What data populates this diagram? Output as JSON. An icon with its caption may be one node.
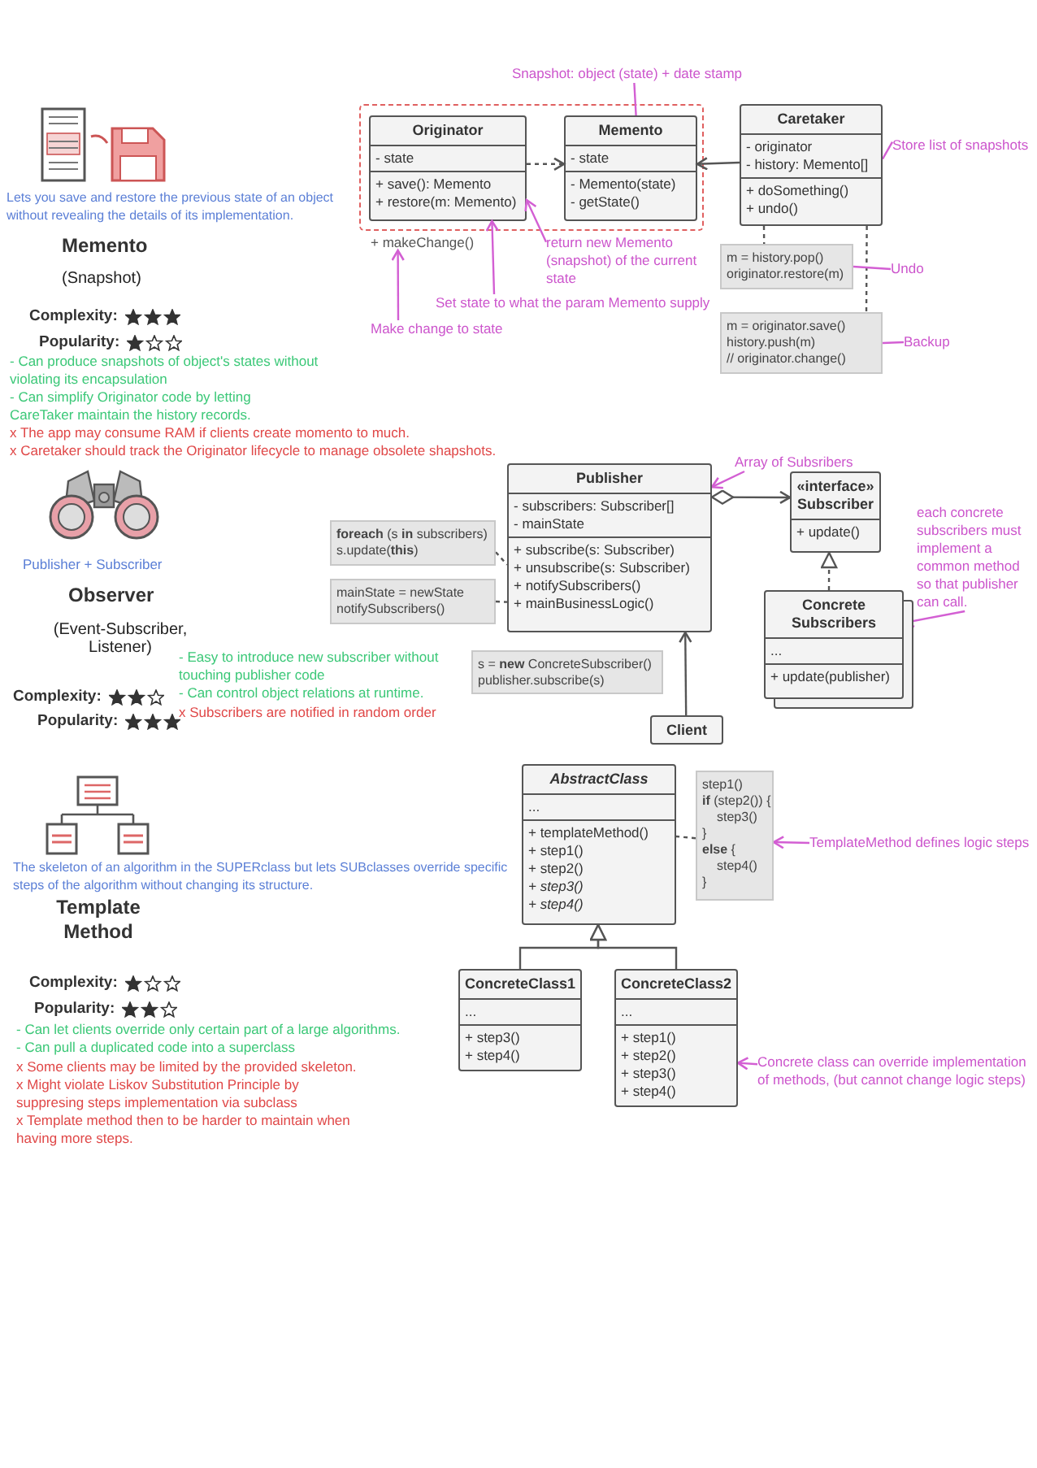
{
  "diagram": {
    "nodes": [
      {
        "text": [],
        "shape": "box"
      },
      {
        "text": [
          "Originator",
          "- state",
          "+ save(): Memento + restore(m: Memento)"
        ],
        "in": 0
      },
      {
        "text": [
          "Memento",
          "- state",
          "- Memento(state) - getState()"
        ],
        "in": 0
      },
      {
        "text": [
          "Caretaker",
          "- originator - history: Memento[]",
          "+ doSomething() + undo()"
        ]
      },
      {
        "text": [
          "+ makeChange()"
        ]
      },
      {
        "text": [
          "Snapshot: object (state)  + date stamp"
        ]
      },
      {
        "text": [
          "return new Memento (snapshot) of the current state"
        ]
      },
      {
        "text": [
          "Set state to what the param Memento supply"
        ]
      },
      {
        "text": [
          "Make change to state"
        ]
      },
      {
        "text": [
          "Store list of snapshots"
        ]
      },
      {
        "text": [
          "m = history.pop() originator.restore(m)"
        ]
      },
      {
        "text": [
          "m = originator.save() history.push(m) // originator.change()"
        ]
      },
      {
        "text": [
          "Undo"
        ]
      },
      {
        "text": [
          "Backup"
        ]
      },
      {
        "text": [
          "Publisher",
          "- subscribers: Subscriber[] - mainState",
          "+ subscribe(s: Subscriber) + unsubscribe(s: Subscriber) + notifySubscribers() + mainBusinessLogic()"
        ]
      },
      {
        "text": [
          "«interface» Subscriber",
          "+ update()"
        ]
      },
      {
        "text": [
          "Concrete Subscribers",
          "...",
          "+ update(publisher)"
        ]
      },
      {
        "text": [
          "**foreach** (s **in** subscribers) s.update(**this**)"
        ]
      },
      {
        "text": [
          "mainState = newState notifySubscribers()"
        ]
      },
      {
        "text": [
          "s = **new** ConcreteSubscriber() publisher.subscribe(s)"
        ]
      },
      {
        "text": [
          "Client"
        ]
      },
      {
        "text": [
          "Array of Subsribers"
        ]
      },
      {
        "text": [
          "each concrete subscribers must implement a common method so that publisher can call."
        ]
      },
      {
        "text": [
          "AbstractClass",
          "...",
          "+ templateMethod() + step1() + step2() *+ step3()* *+ step4()*"
        ]
      },
      {
        "text": [
          "step1() **if** (step2()) { step3() } **else** { step4() }"
        ]
      },
      {
        "text": [
          "ConcreteClass1",
          "...",
          "+ step3() + step4()"
        ]
      },
      {
        "text": [
          "ConcreteClass2",
          "...",
          "+ step1() + step2() + step3() + step4()"
        ]
      },
      {
        "text": [
          "TemplateMethod defines logic steps"
        ]
      },
      {
        "text": [
          "Concrete class can override implementation of methods, (but cannot change logic steps)"
        ]
      }
    ],
    "edges": [
      {
        "from": 1,
        "to": 2,
        "arrow": "to",
        "style": "dashed"
      },
      {
        "from": 3,
        "to": 2,
        "arrow": "to"
      },
      {
        "from": 5,
        "to": 2,
        "arrow": "none",
        "color": "#d35fd3"
      },
      {
        "from": 6,
        "to": 1,
        "arrow": "to",
        "color": "#d35fd3"
      },
      {
        "from": 7,
        "to": 1,
        "arrow": "to",
        "color": "#d35fd3"
      },
      {
        "from": 8,
        "to": 4,
        "arrow": "to",
        "color": "#d35fd3"
      },
      {
        "from": 9,
        "to": 3,
        "arrow": "none",
        "color": "#d35fd3"
      },
      {
        "from": 3,
        "to": 10,
        "arrow": "none",
        "style": "dashed"
      },
      {
        "from": 3,
        "to": 11,
        "arrow": "none",
        "style": "dashed"
      },
      {
        "from": 12,
        "to": 10,
        "arrow": "none",
        "color": "#d35fd3"
      },
      {
        "from": 13,
        "to": 11,
        "arrow": "none",
        "color": "#d35fd3"
      },
      {
        "from": 14,
        "to": 15,
        "arrow": "to"
      },
      {
        "from": 16,
        "to": 15,
        "arrow": "to",
        "style": "dashed"
      },
      {
        "from": 17,
        "to": 14,
        "arrow": "none",
        "style": "dashed"
      },
      {
        "from": 18,
        "to": 14,
        "arrow": "none",
        "style": "dashed"
      },
      {
        "from": 20,
        "to": 14,
        "arrow": "to"
      },
      {
        "from": 21,
        "to": 14,
        "arrow": "to",
        "color": "#d35fd3"
      },
      {
        "from": 22,
        "to": 16,
        "arrow": "to",
        "color": "#d35fd3"
      },
      {
        "from": 24,
        "to": 23,
        "arrow": "none",
        "style": "dashed"
      },
      {
        "from": 25,
        "to": 23,
        "arrow": "to"
      },
      {
        "from": 26,
        "to": 23,
        "arrow": "to"
      },
      {
        "from": 27,
        "to": 24,
        "arrow": "to",
        "color": "#d35fd3"
      },
      {
        "from": 28,
        "to": 26,
        "arrow": "to",
        "color": "#d35fd3"
      }
    ],
    "labels": [
      "Lets you save and restore the previous state of an object without revealing the details of its implementation.",
      "Memento",
      "(Snapshot)",
      "Complexity:",
      "Popularity:",
      "- Can produce snapshots of object's states without violating its encapsulation",
      "- Can simplify Originator code by letting CareTaker maintain the history records.",
      "x The app may consume RAM if clients create momento to much.",
      "x Caretaker should track the Originator lifecycle to manage obsolete shapshots.",
      "Publisher + Subscriber",
      "Observer",
      "(Event-Subscriber, Listener)",
      "Complexity:",
      "Popularity:",
      "- Easy to introduce new subscriber without touching publisher code",
      "- Can control object relations at runtime.",
      "x Subscribers are notified in random order",
      "The skeleton of an algorithm in the SUPERclass but lets SUBclasses override specific steps of the algorithm without changing its structure.",
      "Template Method",
      "Complexity:",
      "Popularity:",
      "- Can let clients override only certain part of a large algorithms.",
      "- Can pull a duplicated code into a superclass",
      "x Some clients may be limited by the provided skeleton.",
      "x Might violate Liskov Substitution Principle by suppresing steps implementation via subclass",
      "x Template method then to be harder to maintain when having more steps."
    ]
  }
}
